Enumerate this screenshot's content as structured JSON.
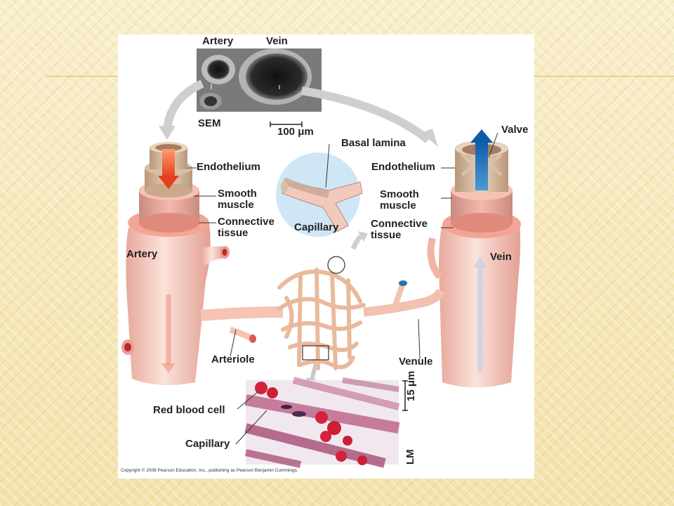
{
  "figure": {
    "labels": {
      "sem_artery": "Artery",
      "sem_vein": "Vein",
      "sem": "SEM",
      "sem_scale": "100 μm",
      "endothelium_left": "Endothelium",
      "smooth_muscle_left": "Smooth\nmuscle",
      "connective_left": "Connective\ntissue",
      "artery": "Artery",
      "basal_lamina": "Basal lamina",
      "capillary_inset": "Capillary",
      "valve": "Valve",
      "endothelium_right": "Endothelium",
      "smooth_muscle_right": "Smooth\nmuscle",
      "connective_right": "Connective\ntissue",
      "vein": "Vein",
      "arteriole": "Arteriole",
      "venule": "Venule",
      "red_blood_cell": "Red blood cell",
      "capillary_lm": "Capillary",
      "lm_scale": "15 μm",
      "lm": "LM"
    },
    "copyright": "Copyright © 2008 Pearson Education, Inc., publishing as Pearson Benjamin Cummings."
  }
}
